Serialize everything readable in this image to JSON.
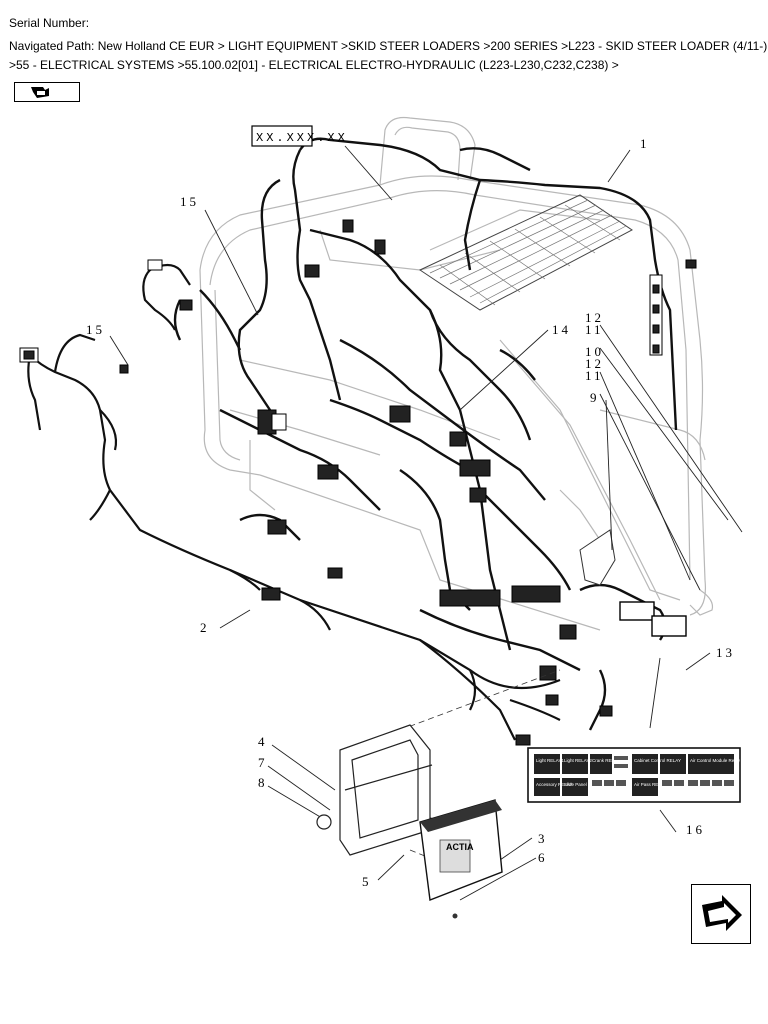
{
  "header": {
    "serial_label": "Serial Number:",
    "path_line1": "Navigated Path: New Holland CE EUR > LIGHT EQUIPMENT >SKID STEER LOADERS >200 SERIES >L223 - SKID STEER LOADER (4/11-)",
    "path_line2": ">55 - ELECTRICAL SYSTEMS >55.100.02[01] - ELECTRICAL ELECTRO-HYDRAULIC (L223-L230,C232,C238) >"
  },
  "nav": {
    "back_icon": "back-arrow-icon",
    "forward_icon": "forward-arrow-icon"
  },
  "diagram": {
    "tag_text": "XX.XXX.XX",
    "callouts": {
      "c1": "1",
      "c2": "2",
      "c3": "3",
      "c4": "4",
      "c5": "5",
      "c6": "6",
      "c7": "7",
      "c8": "8",
      "c9": "9",
      "c10": "10",
      "c11a": "11",
      "c11b": "11",
      "c12a": "12",
      "c12b": "12",
      "c13": "13",
      "c14": "14",
      "c15a": "15",
      "c15b": "15",
      "c16": "16"
    },
    "decal": {
      "row1": [
        "Light RELAY1",
        "Light RELAY2",
        "Crank RELAY",
        "",
        "Cabinet Control RELAY",
        "Air Control Module Relay"
      ],
      "row2": [
        "Accessory RELAY",
        "Slide Panel RELAY",
        "",
        "",
        "Air Pass RELAY",
        ""
      ]
    },
    "module_label": "ACTIA"
  }
}
